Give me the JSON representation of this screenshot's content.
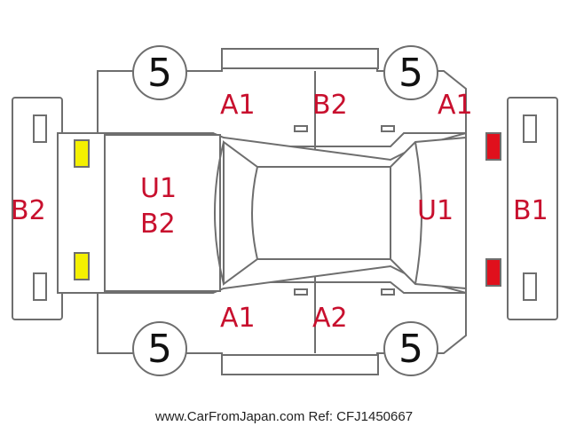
{
  "diagram": {
    "grades": {
      "rear_bumper": "B2",
      "rear_panel_line1": "U1",
      "rear_panel_line2": "B2",
      "roof": "",
      "hood": "U1",
      "front_bumper": "B1",
      "upper_left_fender": "A1",
      "upper_rear_door": "B2",
      "upper_front_fender": "A1",
      "lower_left_fender": "A1",
      "lower_door": "A2"
    },
    "tires": {
      "upper_left": "5",
      "upper_right": "5",
      "lower_left": "5",
      "lower_right": "5"
    },
    "lamp_colors": {
      "rear": "#f4f000",
      "front": "#e0101c"
    },
    "grade_color": "#c8102e"
  },
  "footer": {
    "watermark": "www.CarFromJapan.com Ref: CFJ1450667"
  }
}
